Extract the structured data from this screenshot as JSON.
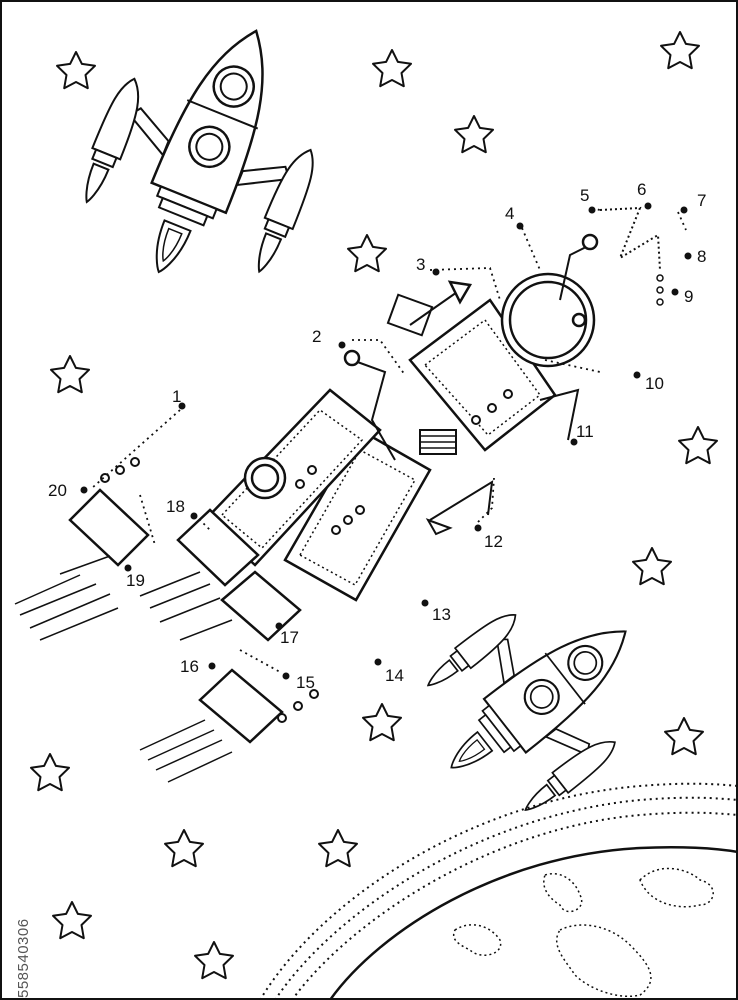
{
  "points": [
    "1",
    "2",
    "3",
    "4",
    "5",
    "6",
    "7",
    "8",
    "9",
    "10",
    "11",
    "12",
    "13",
    "14",
    "15",
    "16",
    "17",
    "18",
    "19",
    "20"
  ],
  "stock_id": "558540306",
  "colors": {
    "ink": "#111111",
    "paper": "#ffffff"
  },
  "icons": [
    "star-icon",
    "rocket-icon",
    "planet-icon"
  ]
}
